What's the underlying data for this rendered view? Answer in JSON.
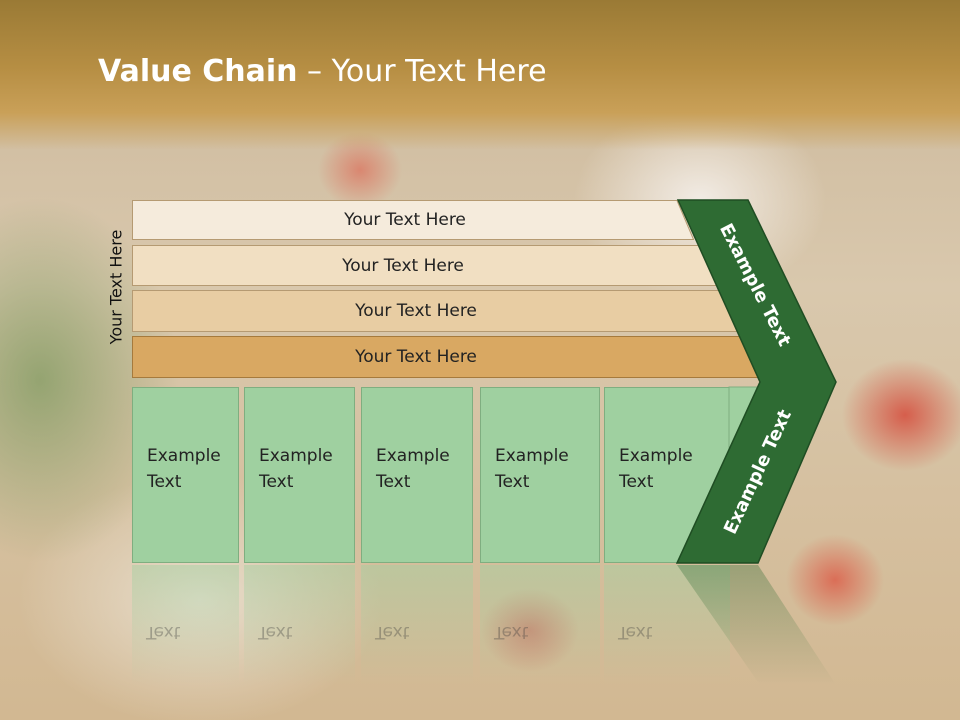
{
  "slide": {
    "title_bold": "Value Chain",
    "title_rest": " – Your Text Here",
    "side_label": "Your Text Here"
  },
  "bars": [
    {
      "label": "Your Text Here",
      "color": "#f5ebdc"
    },
    {
      "label": "Your Text Here",
      "color": "#f1dfc2"
    },
    {
      "label": "Your Text Here",
      "color": "#e8cda3"
    },
    {
      "label": "Your Text Here",
      "color": "#d9a862"
    }
  ],
  "boxes": [
    {
      "line1": "Example",
      "line2": "Text"
    },
    {
      "line1": "Example",
      "line2": "Text"
    },
    {
      "line1": "Example",
      "line2": "Text"
    },
    {
      "line1": "Example",
      "line2": "Text"
    },
    {
      "line1": "Example",
      "line2": "Text"
    }
  ],
  "chevron": {
    "top_label": "Example Text",
    "bottom_label": "Example Text",
    "color": "#2e6b33",
    "box_color": "#9fd0a0"
  }
}
